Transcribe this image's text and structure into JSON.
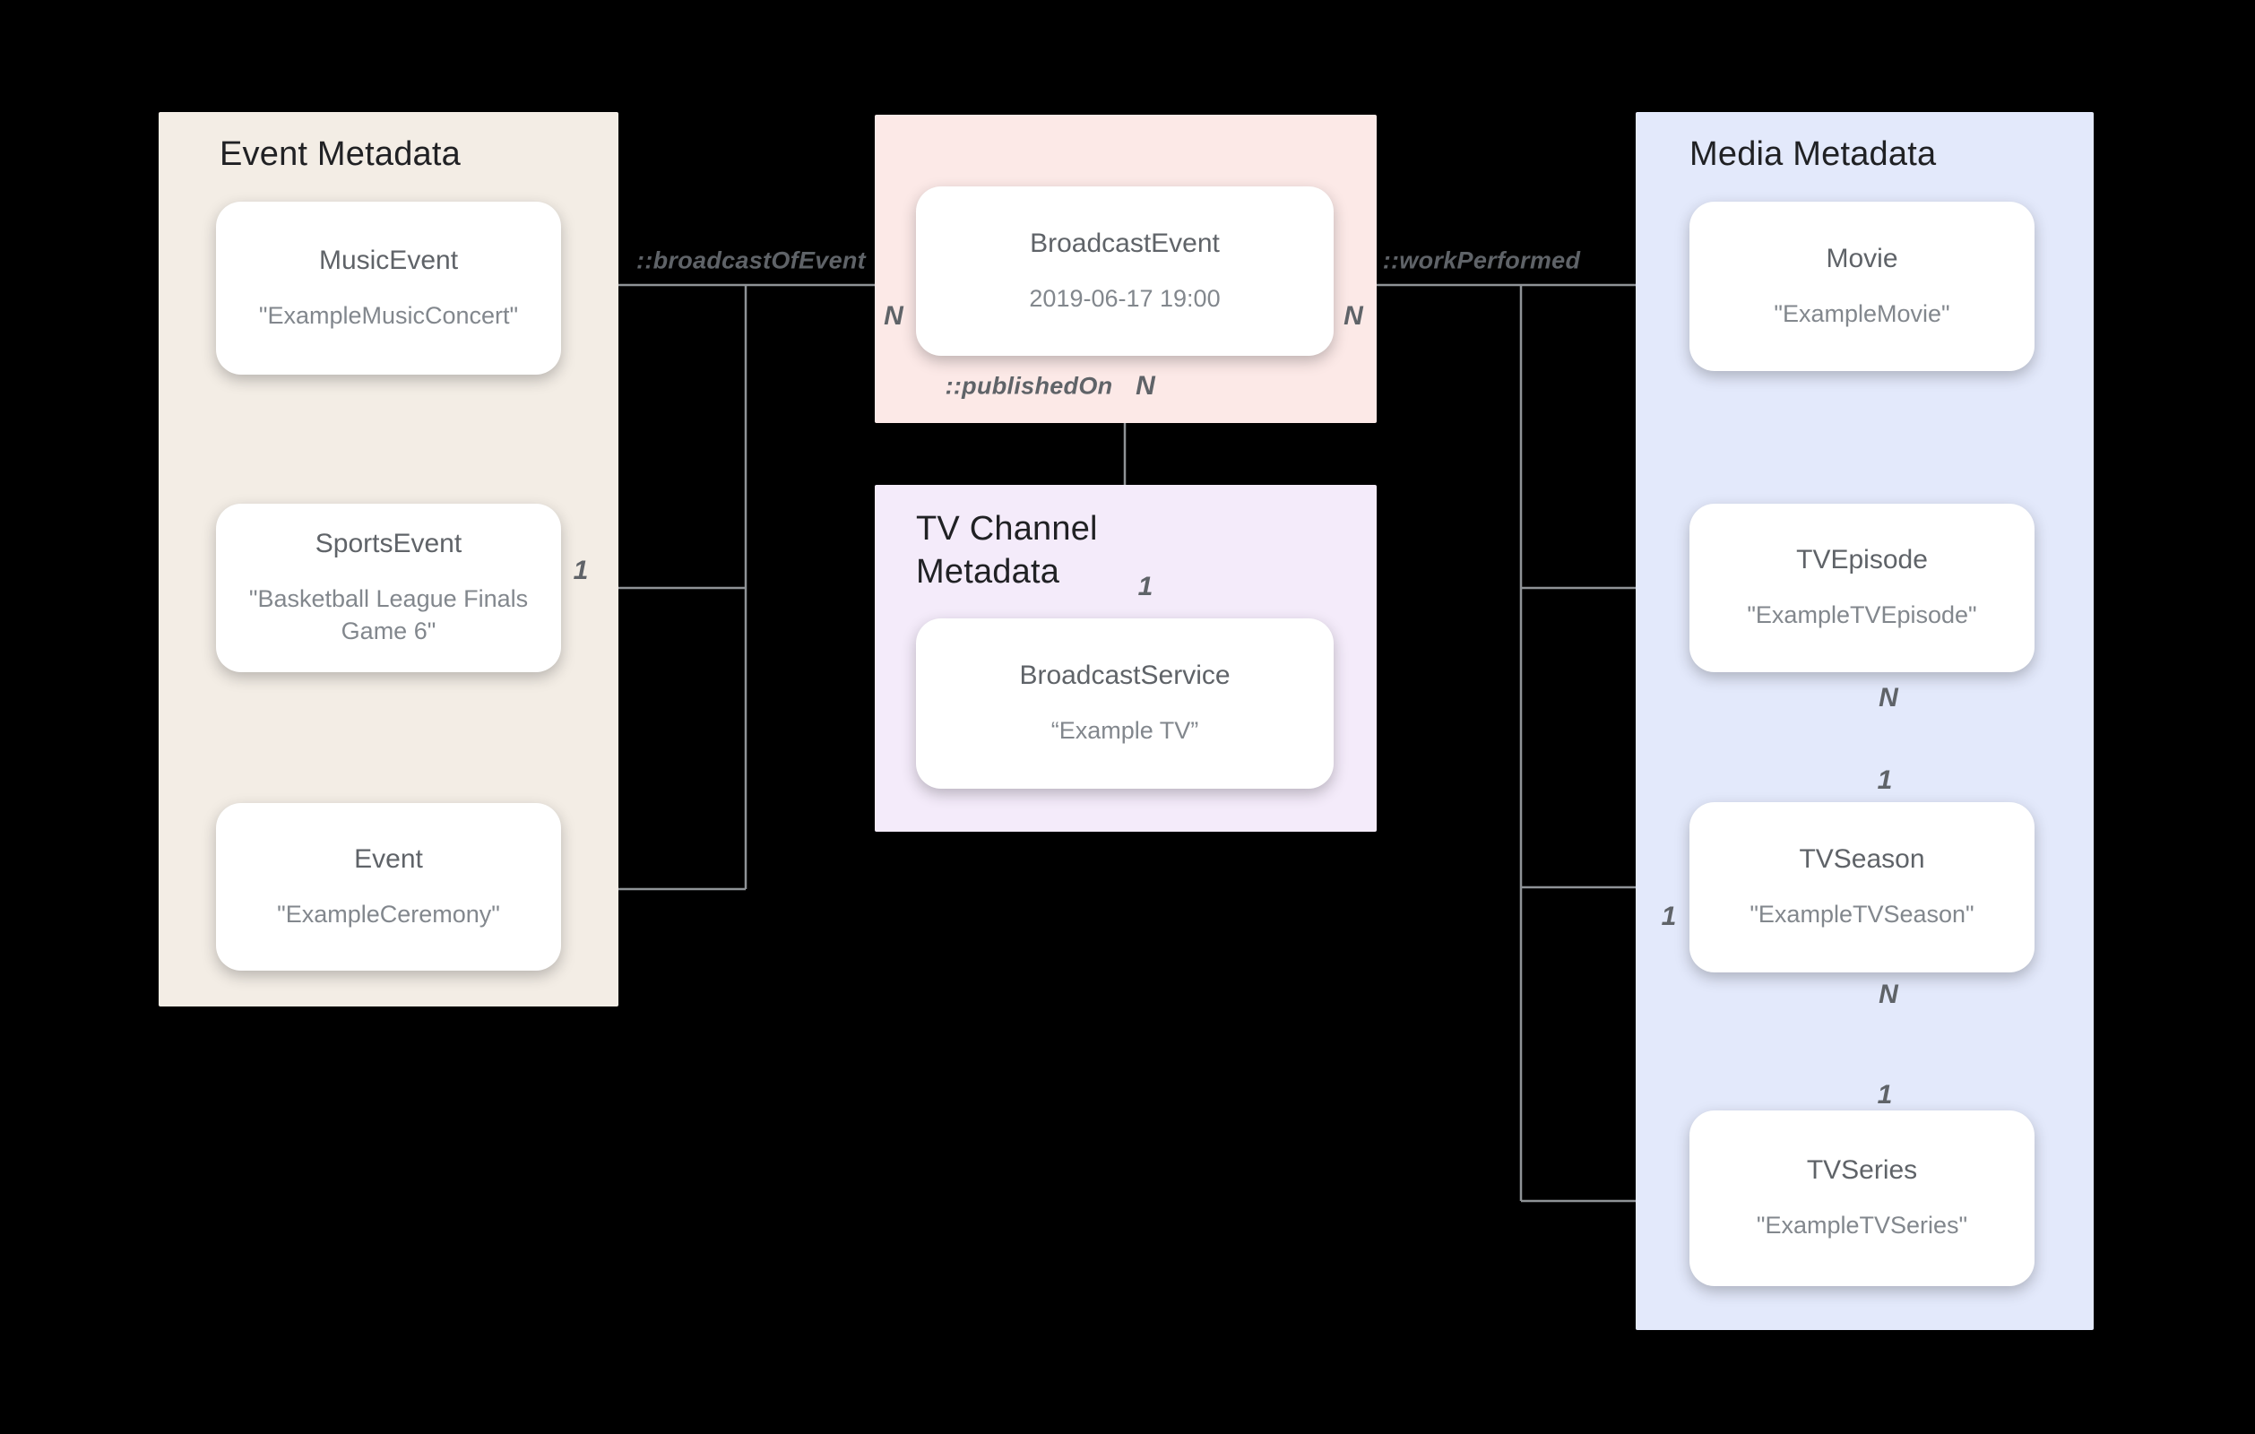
{
  "sections": {
    "event": {
      "title": "Event Metadata"
    },
    "tv_channel": {
      "title": "TV Channel Metadata"
    },
    "media": {
      "title": "Media Metadata"
    }
  },
  "nodes": {
    "music_event": {
      "title": "MusicEvent",
      "value": "\"ExampleMusicConcert\""
    },
    "sports_event": {
      "title": "SportsEvent",
      "value": "\"Basketball League Finals Game 6\""
    },
    "event": {
      "title": "Event",
      "value": "\"ExampleCeremony\""
    },
    "broadcast_event": {
      "title": "BroadcastEvent",
      "value": "2019-06-17 19:00"
    },
    "broadcast_service": {
      "title": "BroadcastService",
      "value": "“Example TV”"
    },
    "movie": {
      "title": "Movie",
      "value": "\"ExampleMovie\""
    },
    "tv_episode": {
      "title": "TVEpisode",
      "value": "\"ExampleTVEpisode\""
    },
    "tv_season": {
      "title": "TVSeason",
      "value": "\"ExampleTVSeason\""
    },
    "tv_series": {
      "title": "TVSeries",
      "value": "\"ExampleTVSeries\""
    }
  },
  "relations": {
    "broadcast_of_event": "::broadcastOfEvent",
    "work_performed": "::workPerformed",
    "published_on": "::publishedOn"
  },
  "cardinalities": {
    "n_broadcast_left": "N",
    "n_broadcast_right": "N",
    "one_sports": "1",
    "n_published": "N",
    "one_service": "1",
    "one_season_stub": "1",
    "n_episode_bottom": "N",
    "one_season_top": "1",
    "n_season_bottom": "N",
    "one_series_top": "1"
  },
  "colors": {
    "background": "#000000",
    "connector_line": "#8f9397",
    "event_section_bg": "#f3ede5",
    "broadcast_section_bg": "#fce9e7",
    "tv_channel_section_bg": "#f4ebfa",
    "media_section_bg": "#e3e9fb",
    "section_title_text": "#202124",
    "node_title_text": "#5f6368",
    "node_value_text": "#82878d",
    "label_text": "#5f6368"
  }
}
